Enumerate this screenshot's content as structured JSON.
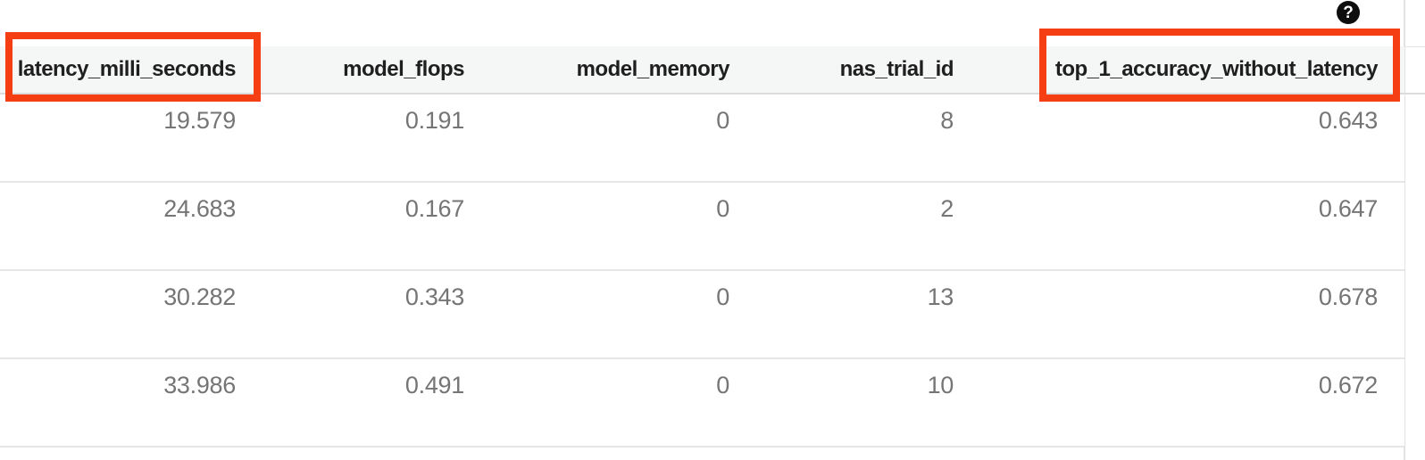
{
  "header": {
    "help_icon": "?"
  },
  "table": {
    "columns": [
      "latency_milli_seconds",
      "model_flops",
      "model_memory",
      "nas_trial_id",
      "top_1_accuracy_without_latency"
    ],
    "rows": [
      [
        "19.579",
        "0.191",
        "0",
        "8",
        "0.643"
      ],
      [
        "24.683",
        "0.167",
        "0",
        "2",
        "0.647"
      ],
      [
        "30.282",
        "0.343",
        "0",
        "13",
        "0.678"
      ],
      [
        "33.986",
        "0.491",
        "0",
        "10",
        "0.672"
      ]
    ]
  },
  "annotations": {
    "highlight_color": "#F63E14",
    "highlighted_columns": [
      "latency_milli_seconds",
      "top_1_accuracy_without_latency"
    ]
  },
  "colors": {
    "header_background": "#F5F6F6",
    "row_background": "#FFFFFF",
    "separator": "#E2E2E2",
    "header_text": "#1F1F1F",
    "cell_text": "#757575",
    "help_icon_background": "#0E0E0E"
  }
}
